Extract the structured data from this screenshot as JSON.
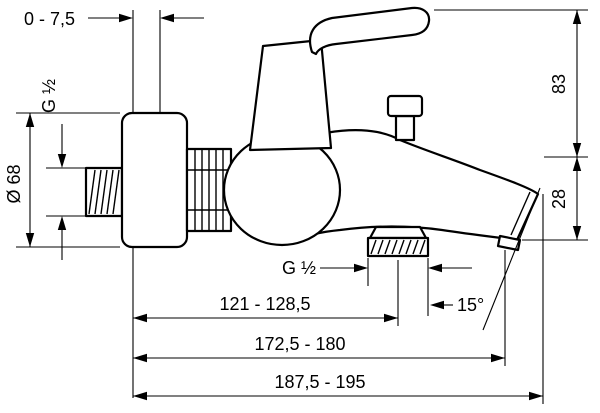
{
  "diagram": {
    "kind": "technical-dimension-drawing",
    "subject": "wall-mounted bath mixer tap",
    "labels": {
      "offset": "0 - 7,5",
      "wall_thread": "G ½",
      "flange_diameter": "Ø 68",
      "height_upper": "83",
      "height_lower": "28",
      "outlet_thread": "G ½",
      "angle": "15°",
      "wall_to_outlet": "121 - 128,5",
      "wall_to_aerator": "172,5 - 180",
      "wall_to_tip": "187,5 - 195"
    },
    "colors": {
      "line": "#000000",
      "background": "#ffffff"
    }
  }
}
